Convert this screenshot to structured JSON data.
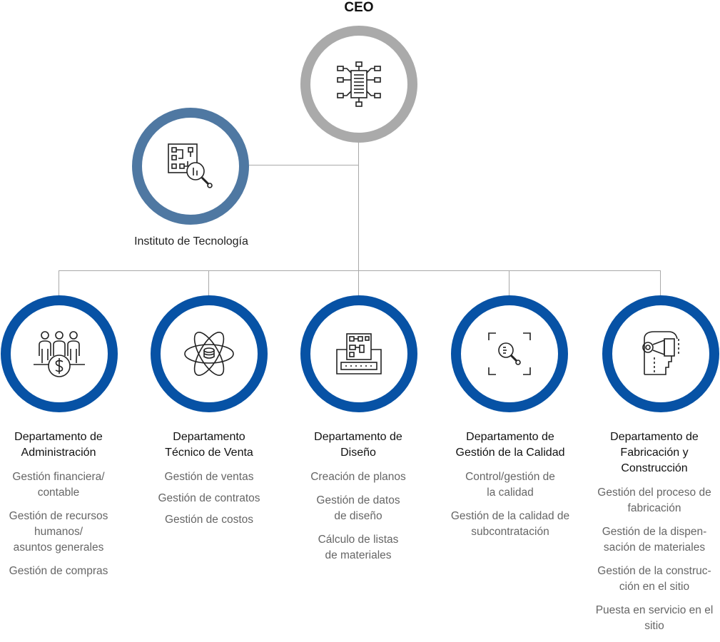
{
  "ceo": {
    "title": "CEO",
    "icon": "server-network-icon",
    "ring_color": "#aaaaaa"
  },
  "institute": {
    "label": "Instituto de Tecnología",
    "icon": "circuit-magnifier-icon",
    "ring_color": "#4f78a2"
  },
  "departments": [
    {
      "title": "Departamento de\nAdministración",
      "icon": "people-money-icon",
      "items": [
        "Gestión financiera/\ncontable",
        "Gestión de recursos\nhumanos/\nasuntos generales",
        "Gestión de compras"
      ]
    },
    {
      "title": "Departamento\nTécnico de Venta",
      "icon": "atom-icon",
      "items": [
        "Gestión de ventas",
        "Gestión de contratos",
        "Gestión de costos"
      ]
    },
    {
      "title": "Departamento de\nDiseño",
      "icon": "blueprint-icon",
      "items": [
        "Creación de planos",
        "Gestión de datos\nde diseño",
        "Cálculo de listas\nde materiales"
      ]
    },
    {
      "title": "Departamento de\nGestión de la Calidad",
      "icon": "inspection-icon",
      "items": [
        "Control/gestión de\nla calidad",
        "Gestión de la calidad de\nsubcontratación"
      ]
    },
    {
      "title": "Departamento de\nFabricación y\nConstrucción",
      "icon": "vr-headset-icon",
      "items": [
        "Gestión del proceso de\nfabricación",
        "Gestión de la dispen-\nsación de materiales",
        "Gestión de la construc-\nción en el sitio",
        "Puesta en servicio en el\nsitio"
      ]
    }
  ],
  "colors": {
    "department_ring": "#0752a5",
    "connector": "#a9a9a9",
    "item_text": "#666666"
  }
}
